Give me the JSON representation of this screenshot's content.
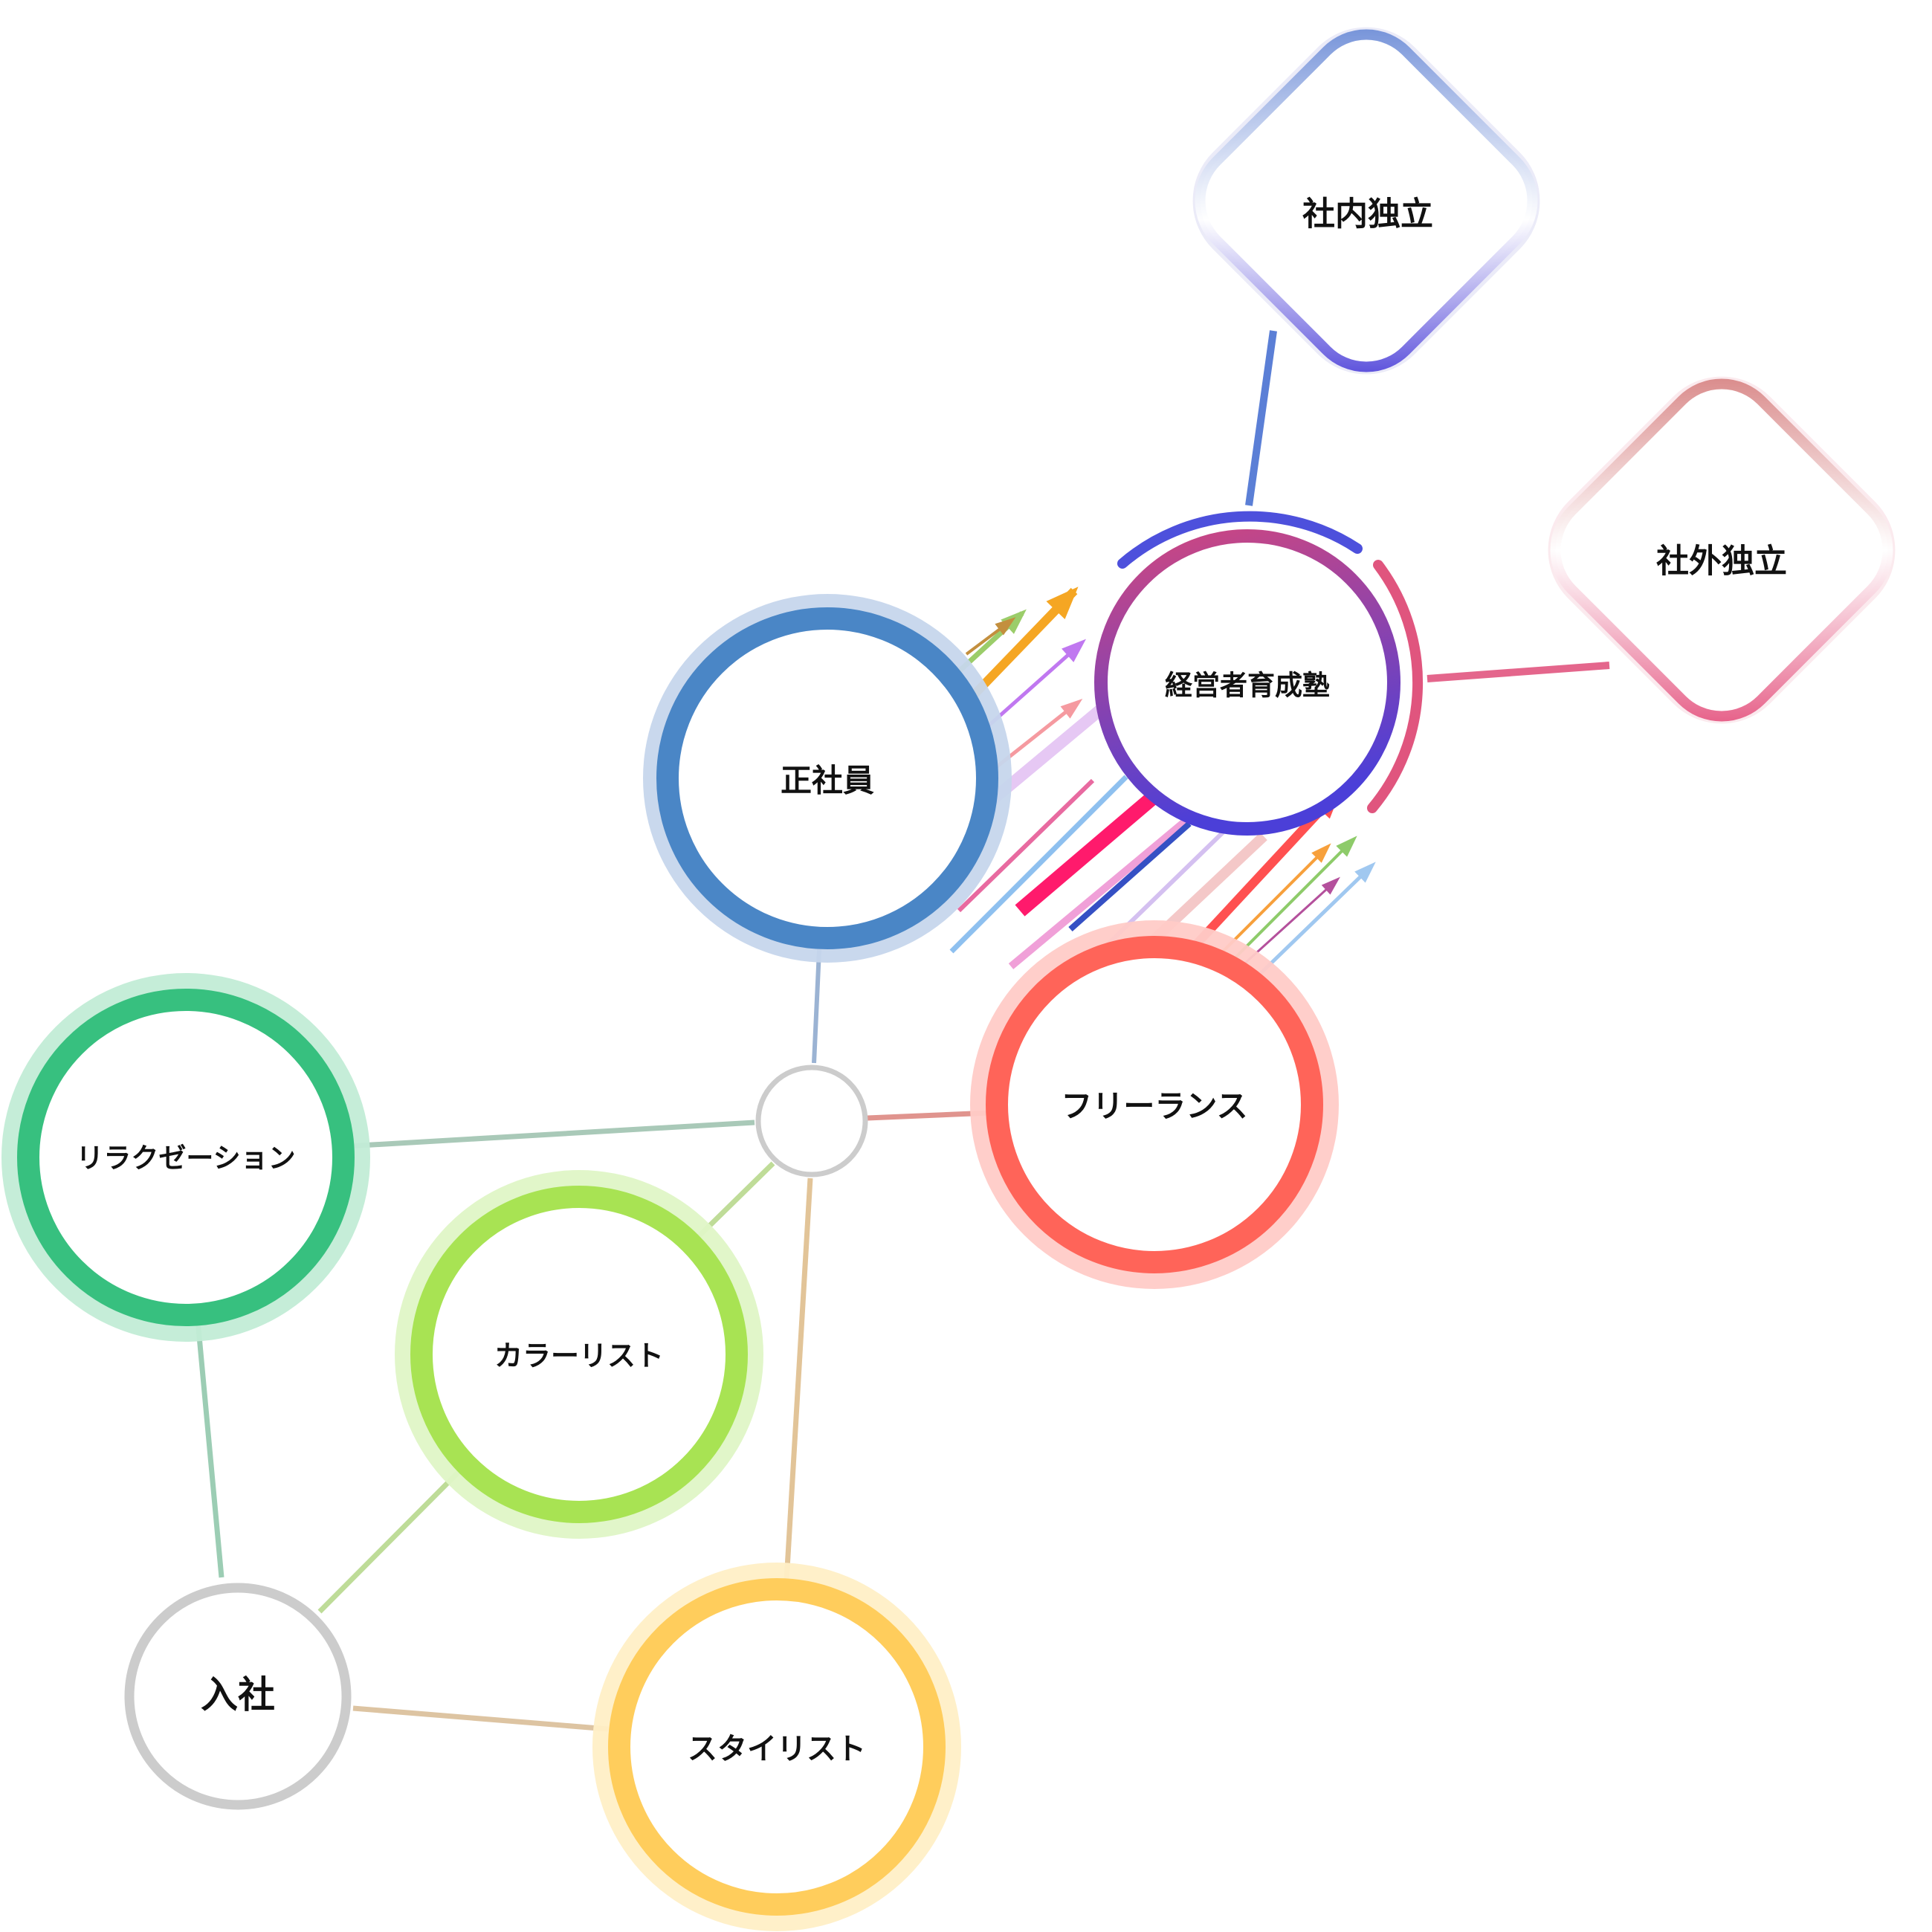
{
  "nodes": {
    "seishain": {
      "label": "正社員",
      "color": "#4a86c6",
      "halo": "#c6d6ec"
    },
    "keiei": {
      "label": "経営者育成塾",
      "color_start": "#d0477f",
      "color_end": "#4b3fd8"
    },
    "shanai": {
      "label": "社内独立",
      "color_start": "#6a8ad6",
      "color_end": "#4b3fd8"
    },
    "shagai": {
      "label": "社外独立",
      "color_start": "#d68080",
      "color_end": "#e4527e"
    },
    "freelance": {
      "label": "フリーランス",
      "color": "#ff6459",
      "halo": "#ffcbc7"
    },
    "relaxation": {
      "label": "リラクゼーション",
      "color": "#37c07f",
      "halo": "#c2ecd6"
    },
    "colorist": {
      "label": "カラーリスト",
      "color": "#a8e353",
      "halo": "#dff6c6"
    },
    "stylist": {
      "label": "スタイリスト",
      "color": "#ffcd5c",
      "halo": "#ffefc6"
    },
    "nyusha": {
      "label": "入社",
      "color": "#cccccc"
    },
    "hub": {
      "color": "#cccccc"
    }
  },
  "edges": {
    "hub_seishain": "#9bb3d3",
    "hub_relaxation": "#a9c9b8",
    "hub_freelance": "#e0948e",
    "hub_colorist": "#bfdc98",
    "hub_stylist": "#e2c498",
    "nyusha_relaxation": "#9ccdb4",
    "nyusha_colorist": "#bedc98",
    "nyusha_stylist": "#ddc4a2",
    "keiei_shanai": "#5b7fd6",
    "keiei_shagai": "#e4668c"
  },
  "arrow_colors": {
    "up_from_seishain": [
      "#9bcd6a",
      "#f5a623",
      "#c38f3e",
      "#c078f0",
      "#f59aa0",
      "#e6c8f4",
      "#e86aa0"
    ],
    "down_to_freelance": [
      "#ff1a6c",
      "#8ec0ef",
      "#f0a0d8",
      "#3550c4",
      "#d4c0f0",
      "#f4c8c8"
    ],
    "up_from_freelance": [
      "#ff5050",
      "#f7a03c",
      "#8ecb6a",
      "#b4509c",
      "#a0c8f0"
    ]
  }
}
